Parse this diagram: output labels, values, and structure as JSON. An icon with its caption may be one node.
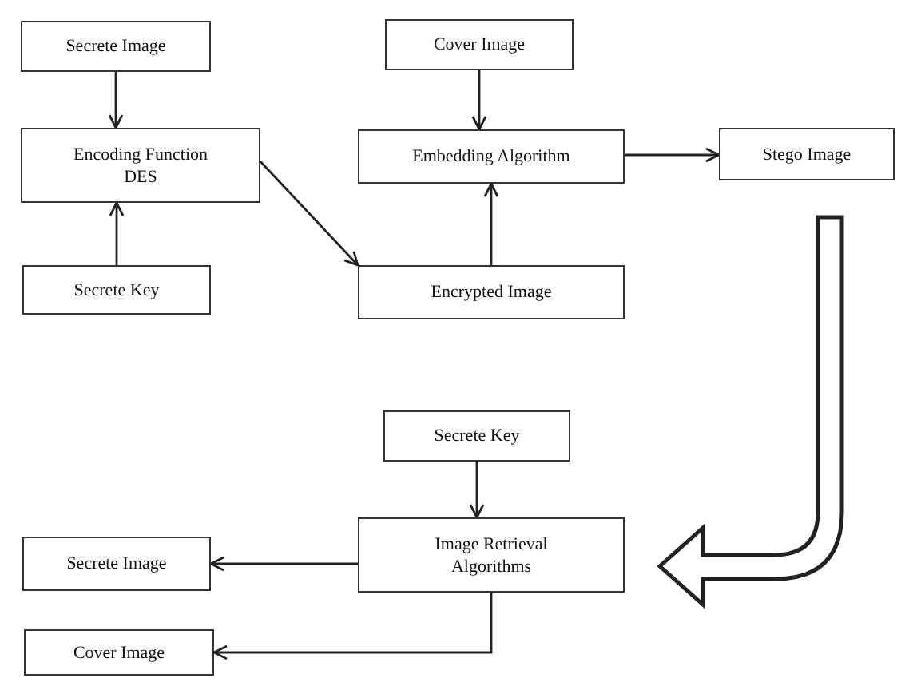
{
  "diagram": {
    "nodes": [
      {
        "text": [
          "Secrete Image"
        ]
      },
      {
        "text": [
          "Encoding Function DES"
        ]
      },
      {
        "text": [
          "Secrete Key"
        ]
      },
      {
        "text": [
          "Cover Image"
        ]
      },
      {
        "text": [
          "Embedding Algorithm"
        ]
      },
      {
        "text": [
          "Stego Image"
        ]
      },
      {
        "text": [
          "Encrypted Image"
        ]
      },
      {
        "text": [
          "Secrete Key"
        ]
      },
      {
        "text": [
          "Image Retrieval Algorithms"
        ]
      },
      {
        "text": [
          "Secrete Image"
        ]
      },
      {
        "text": [
          "Cover Image"
        ]
      }
    ],
    "edges": [
      {
        "from": 0,
        "to": 1,
        "arrow": "to"
      },
      {
        "from": 2,
        "to": 1,
        "arrow": "to"
      },
      {
        "from": 1,
        "to": 6,
        "arrow": "to"
      },
      {
        "from": 3,
        "to": 4,
        "arrow": "to"
      },
      {
        "from": 6,
        "to": 4,
        "arrow": "to"
      },
      {
        "from": 4,
        "to": 5,
        "arrow": "to"
      },
      {
        "from": 5,
        "to": 8,
        "arrow": "to",
        "style": "thick"
      },
      {
        "from": 7,
        "to": 8,
        "arrow": "to"
      },
      {
        "from": 8,
        "to": 9,
        "arrow": "to"
      },
      {
        "from": 8,
        "to": 10,
        "arrow": "to"
      }
    ]
  }
}
